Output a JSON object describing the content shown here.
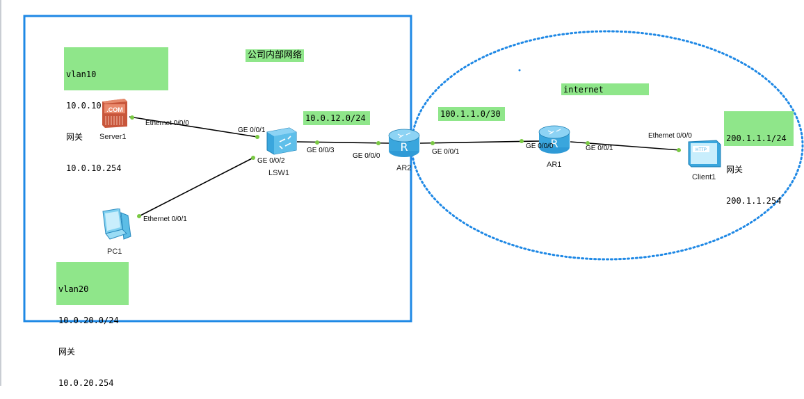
{
  "colors": {
    "accent": "#1e88e5",
    "note_bg": "#8fe68a",
    "link": "#000000",
    "port_dot": "#7ac943"
  },
  "areas": {
    "company": {
      "title": "公司内部网络"
    },
    "internet": {
      "title": "internet"
    }
  },
  "notes": {
    "vlan10": [
      "vlan10",
      "10.0.10.0/24",
      "网关",
      "10.0.10.254"
    ],
    "vlan20": [
      "vlan20",
      "10.0.20.0/24",
      "网关",
      "10.0.20.254"
    ],
    "net_lsw_ar2": "10.0.12.0/24",
    "net_ar2_ar1": "100.1.1.0/30",
    "client": [
      "200.1.1.1/24",
      "网关",
      "200.1.1.254"
    ]
  },
  "devices": {
    "server1": {
      "name": "Server1",
      "icon": "server-icon"
    },
    "pc1": {
      "name": "PC1",
      "icon": "pc-icon"
    },
    "lsw1": {
      "name": "LSW1",
      "icon": "switch-icon"
    },
    "ar2": {
      "name": "AR2",
      "icon": "router-icon"
    },
    "ar1": {
      "name": "AR1",
      "icon": "router-icon"
    },
    "client1": {
      "name": "Client1",
      "icon": "http-client-icon"
    }
  },
  "ports": {
    "server1_eth": "Ethernet 0/0/0",
    "lsw1_ge1": "GE 0/0/1",
    "lsw1_ge2": "GE 0/0/2",
    "pc1_eth": "Ethernet 0/0/1",
    "lsw1_ge3": "GE 0/0/3",
    "ar2_ge0": "GE 0/0/0",
    "ar2_ge1": "GE 0/0/1",
    "ar1_ge0": "GE 0/0/0",
    "ar1_ge1": "GE 0/0/1",
    "client1_eth": "Ethernet 0/0/0"
  }
}
